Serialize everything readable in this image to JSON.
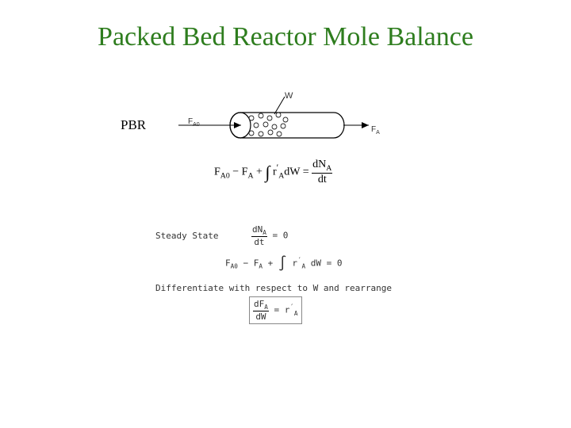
{
  "title": "Packed Bed Reactor Mole Balance",
  "pbr_label": "PBR",
  "diagram": {
    "w_label": "W",
    "inlet_label": "F",
    "inlet_sub": "A0",
    "outlet_label": "F",
    "outlet_sub": "A"
  },
  "general_equation": {
    "lhs": "F",
    "lhs_sub": "A0",
    "minus": " − F",
    "minus_sub": "A",
    "plus": " + ",
    "integral": "∫",
    "rate": "r",
    "rate_prime": "′",
    "rate_sub": "A",
    "dw": "dW =",
    "num": "dN",
    "num_sub": "A",
    "den": "dt"
  },
  "steady_state": {
    "label": "Steady State",
    "num": "dN",
    "num_sub": "A",
    "den": "dt",
    "eq_zero": " = 0",
    "balance_lhs": "F",
    "balance_lhs_sub": "A0",
    "balance_minus": " − F",
    "balance_minus_sub": "A",
    "balance_plus": " + ",
    "balance_int": "∫",
    "balance_rate": " r",
    "balance_rate_prime": "′",
    "balance_rate_sub": "A",
    "balance_rest": " dW = 0"
  },
  "differentiate": {
    "label": "Differentiate with respect to W and rearrange",
    "num": "dF",
    "num_sub": "A",
    "den": "dW",
    "eq": " = r",
    "prime": "′",
    "sub": "A"
  }
}
